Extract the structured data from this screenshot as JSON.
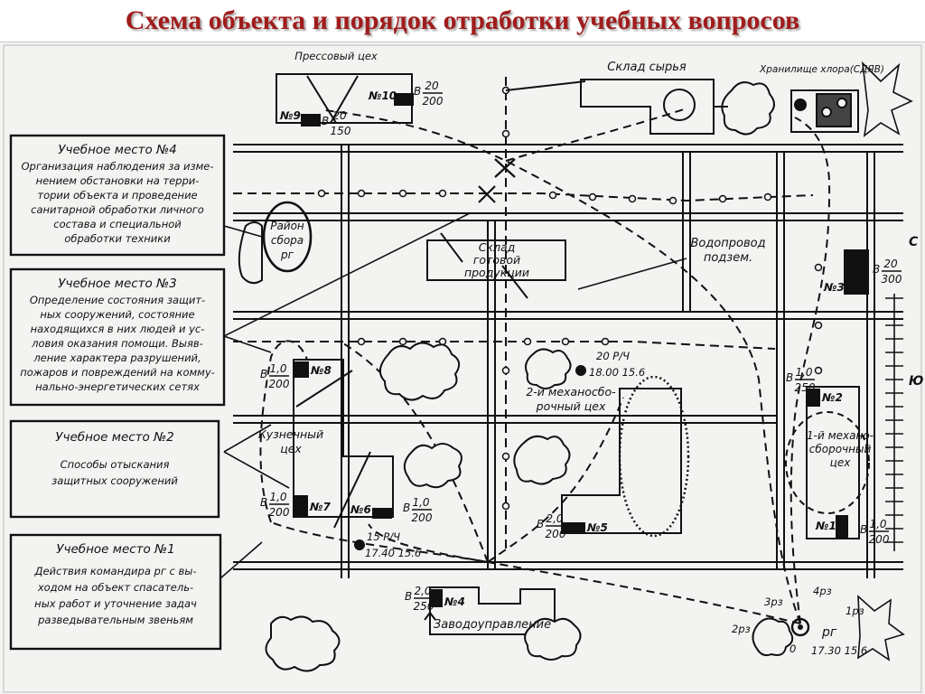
{
  "title": "Схема объекта и порядок отработки учебных вопросов",
  "colors": {
    "title": "#a01c1c",
    "ink": "#111111",
    "paper": "#f3f3f1"
  },
  "stations": [
    {
      "title": "Учебное место №4",
      "lines": [
        "Организация наблюдения за изме-",
        "нением обстановки на терри-",
        "тории объекта и проведение",
        "санитарной обработки личного",
        "состава и специальной",
        "обработки техники"
      ]
    },
    {
      "title": "Учебное место №3",
      "lines": [
        "Определение состояния защит-",
        "ных сооружений, состояние",
        "находящихся в них людей и ус-",
        "ловия оказания помощи. Выяв-",
        "ление характера разрушений,",
        "пожаров и повреждений на комму-",
        "нально-энергетических сетях"
      ]
    },
    {
      "title": "Учебное место №2",
      "lines": [
        "Способы отыскания",
        "защитных сооружений"
      ]
    },
    {
      "title": "Учебное место №1",
      "lines": [
        "Действия командира рг с вы-",
        "ходом на объект спасатель-",
        "ных работ и уточнение задач",
        "разведывательным звеньям"
      ]
    }
  ],
  "buildings": {
    "press": "Прессовый цех",
    "raw": "Склад сырья",
    "chlorine": "Хранилище хлора(СДЯВ)",
    "goods_1": "Склад",
    "goods_2": "готовой",
    "goods_3": "продукции",
    "water_1": "Водопровод",
    "water_2": "подзем.",
    "assembly2_1": "2-й механосбо-",
    "assembly2_2": "рочный цех",
    "assembly1_1": "1-й механо-",
    "assembly1_2": "сборочный",
    "assembly1_3": "цех",
    "forge_1": "Кузнечный",
    "forge_2": "цех",
    "admin": "Заводоуправление",
    "assembly_area_1": "Район",
    "assembly_area_2": "сбора",
    "assembly_area_3": "рг"
  },
  "shelters": {
    "s1": "№1",
    "s2": "№2",
    "s3": "№3",
    "s4": "№4",
    "s5": "№5",
    "s6": "№6",
    "s7": "№7",
    "s8": "№8",
    "s9": "№9",
    "s10": "№10"
  },
  "fractions": [
    {
      "prefix": "В",
      "num": "20",
      "den": "200"
    },
    {
      "prefix": "В",
      "num": "20",
      "den": "150"
    },
    {
      "prefix": "В",
      "num": "20",
      "den": "300"
    },
    {
      "prefix": "В",
      "num": "1,0",
      "den": "250"
    },
    {
      "prefix": "В",
      "num": "1,0",
      "den": "200"
    },
    {
      "prefix": "В",
      "num": "1,0",
      "den": "200"
    },
    {
      "prefix": "В",
      "num": "1,0",
      "den": "200"
    },
    {
      "prefix": "В",
      "num": "1,0",
      "den": "200"
    },
    {
      "prefix": "В",
      "num": "2,0",
      "den": "200"
    },
    {
      "prefix": "В",
      "num": "2,0",
      "den": "250"
    }
  ],
  "markers": {
    "m20_top": "20 Р/Ч",
    "m20_bot": "18.00 15.6",
    "m15_top": "15 Р/Ч",
    "m15_bot": "17.40 15.6",
    "rg_label": "рг",
    "rg_time": "17.30 15.6",
    "r1": "1рз",
    "r2": "2рз",
    "r3": "3рз",
    "r4": "4рз",
    "zero": "0",
    "c": "С",
    "yu": "Ю"
  }
}
